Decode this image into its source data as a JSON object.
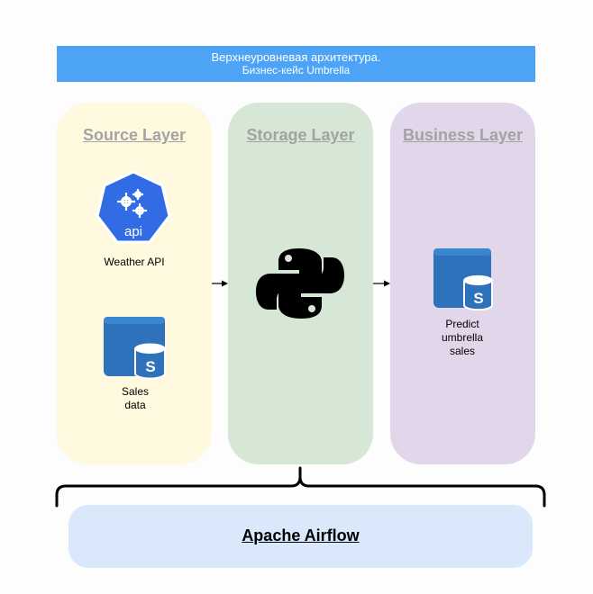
{
  "header": {
    "title": "Верхнеуровневая архитектура.",
    "subtitle": "Бизнес-кейс Umbrella"
  },
  "layers": {
    "source": {
      "title": "Source Layer"
    },
    "storage": {
      "title": "Storage Layer"
    },
    "business": {
      "title": "Business Layer"
    }
  },
  "nodes": {
    "weather_api": {
      "label": "Weather API",
      "icon_text": "api",
      "icon": "api-gear-icon"
    },
    "sales_data": {
      "label_line1": "Sales",
      "label_line2": "data",
      "icon": "sql-database-icon",
      "icon_letter": "S"
    },
    "python": {
      "icon": "python-logo-icon"
    },
    "predict": {
      "label_line1": "Predict",
      "label_line2": "umbrella",
      "label_line3": "sales",
      "icon": "sql-database-icon",
      "icon_letter": "S"
    }
  },
  "orchestrator": {
    "label": "Apache Airflow"
  },
  "colors": {
    "header": "#4da3f5",
    "source_layer": "#fff9e0",
    "storage_layer": "#d6e7d5",
    "business_layer": "#e2d7ea",
    "airflow": "#dae8fb",
    "api_icon": "#326ce5",
    "db_icon": "#2d72bb"
  }
}
